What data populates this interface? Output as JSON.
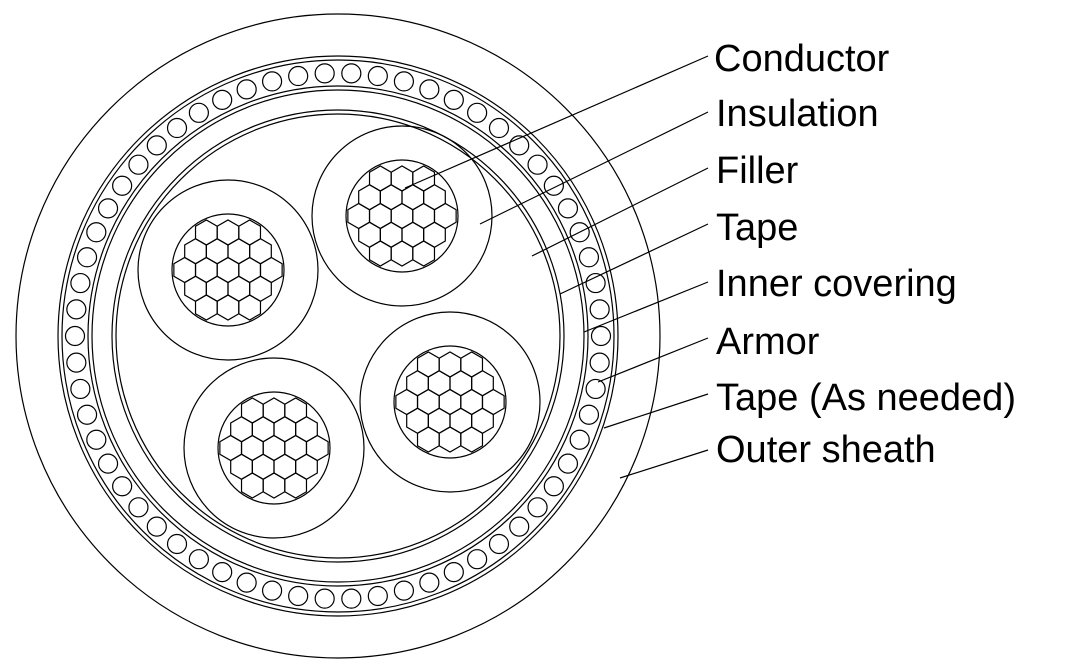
{
  "labels": [
    "Conductor",
    "Insulation",
    "Filler",
    "Tape",
    "Inner covering",
    "Armor",
    "Tape (As needed)",
    "Outer sheath"
  ],
  "colors": {
    "line": "#000000",
    "background": "#ffffff",
    "text": "#000000"
  }
}
